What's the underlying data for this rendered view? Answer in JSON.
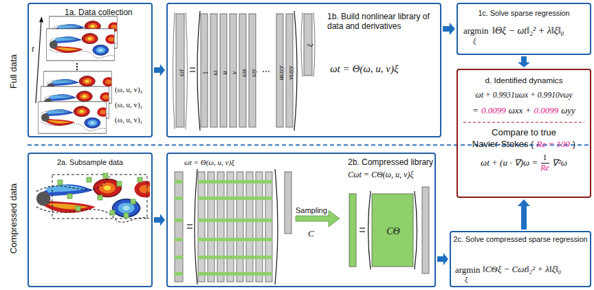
{
  "diagram": {
    "nodes": [
      {
        "text": [
          "1a. Data collection",
          "t",
          "(ω, u, v)₃",
          "(ω, u, v)₂",
          "(ω, u, v)₁"
        ]
      },
      {
        "text": [
          "1b. Build nonlinear library of data and derivatives",
          "ωt = Θ(ω, u, v)ξ",
          "ωt",
          "1",
          "ω",
          "u",
          "v",
          "ωx",
          "ωy",
          "⋯",
          "uωyy",
          "vωyy",
          "ξ"
        ]
      },
      {
        "text": [
          "1c. Solve sparse regression",
          "argmin",
          "‖Θξ − ωt‖₂² + λ‖ξ‖₀",
          "ξ"
        ]
      },
      {
        "text": [
          "d. Identified dynamics",
          "ωt + 0.9931uωx + 0.9910vωy",
          "=",
          "0.0099",
          "ωxx +",
          "0.0099",
          "ωyy",
          "Compare to true",
          "Navier-Stokes (",
          "Re = 100",
          ")",
          "ωt + (u · ∇)ω =",
          "1",
          "Re",
          "∇²ω"
        ]
      },
      {
        "text": [
          "2a. Subsample data"
        ]
      },
      {
        "text": [
          "ωt = Θ(ω, u, v)ξ",
          "2b. Compressed library",
          "Cωt = CΘ(ω, u, v)ξ",
          "Sampling",
          "C",
          "CΘ"
        ]
      },
      {
        "text": [
          "2c. Solve compressed sparse regression",
          "argmin",
          "‖CΘξ − Cωt‖₂² + λ‖ξ‖₀",
          "ξ"
        ]
      }
    ],
    "edges": [
      {
        "from": 0,
        "to": 1,
        "arrow": "to"
      },
      {
        "from": 1,
        "to": 2,
        "arrow": "to"
      },
      {
        "from": 2,
        "to": 3,
        "arrow": "to"
      },
      {
        "from": 4,
        "to": 5,
        "arrow": "to"
      },
      {
        "from": 5,
        "to": 6,
        "arrow": "to"
      },
      {
        "from": 6,
        "to": 3,
        "arrow": "to"
      }
    ],
    "labels": [
      "Full data",
      "Compressed data"
    ]
  }
}
